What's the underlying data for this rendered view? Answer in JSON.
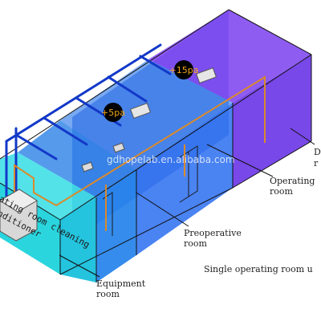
{
  "pressure": {
    "high": "+15pa",
    "low": "+5pa"
  },
  "watermark": "gdhopelab.en.alibaba.com",
  "labels": {
    "operating_line1": "Operating",
    "operating_line2": "room",
    "preoperative_line1": "Preoperative",
    "preoperative_line2": "room",
    "equipment_line1": "Equipment",
    "equipment_line2": "room",
    "dirty_line1": "D",
    "dirty_line2": "r",
    "caption": "Single operating room u"
  },
  "unit_text": {
    "line1": "ating room cleaning",
    "line2": "nditioner"
  },
  "colors": {
    "equipment_room": "#2fd8e0",
    "preop_room": "#1f7fe6",
    "operating_room": "#1b5ff0",
    "dirty_room": "#7a3cf0",
    "duct": "#1238c8",
    "pipe": "#d98a2c",
    "pressure_dot": "#000000"
  }
}
